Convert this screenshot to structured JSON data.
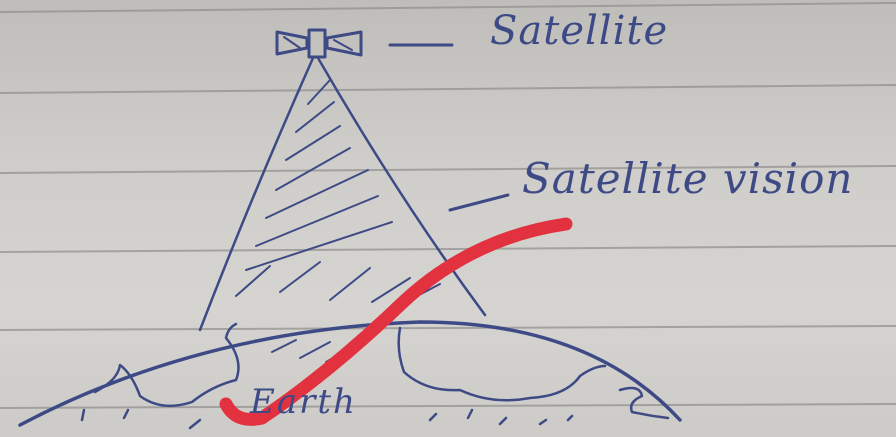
{
  "diagram": {
    "labels": {
      "satellite": "Satellite",
      "satellite_vision": "Satellite vision",
      "earth": "Earth"
    },
    "colors": {
      "paper": "#d2d0cc",
      "ruled_lines": "#8f8e8c",
      "ink": "#3d4a86",
      "check_mark": "#e2313f"
    },
    "icons": [
      "satellite-icon",
      "check-mark-icon"
    ]
  }
}
